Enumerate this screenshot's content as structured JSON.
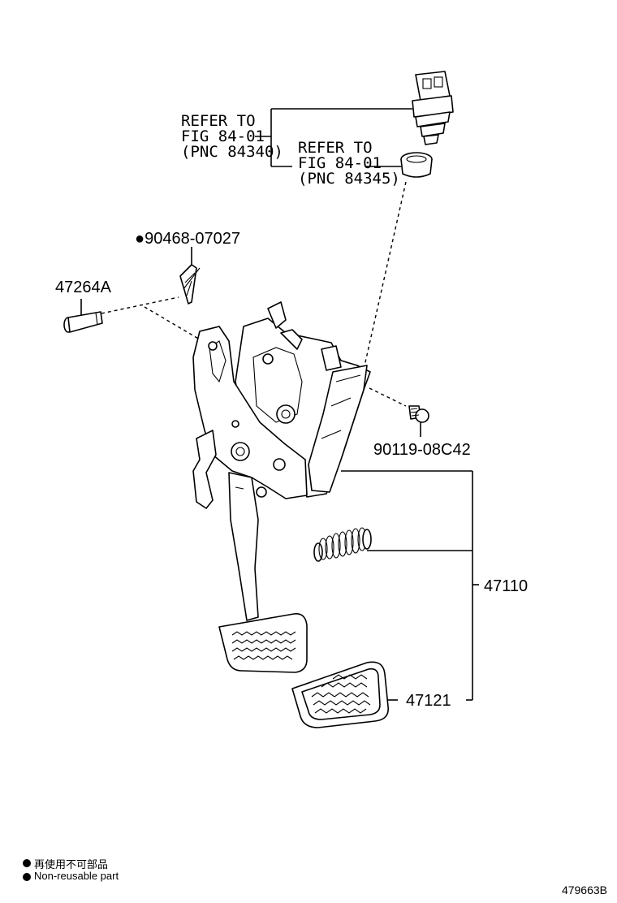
{
  "diagram_id": "479663B",
  "callouts": {
    "stop_lamp_switch_ref": {
      "line1": "REFER TO",
      "line2": "FIG 84-01",
      "line3": "(PNC 84340)"
    },
    "cushion_ref": {
      "line1": "REFER TO",
      "line2": "FIG 84-01",
      "line3": "(PNC 84345)"
    }
  },
  "part_numbers": {
    "clip": "●90468-07027",
    "pin": "47264A",
    "bolt": "90119-08C42",
    "pedal_assembly": "47110",
    "pedal_pad": "47121"
  },
  "legend": {
    "item_zh": "再使用不可部品",
    "item_en": "Non-reusable part"
  }
}
